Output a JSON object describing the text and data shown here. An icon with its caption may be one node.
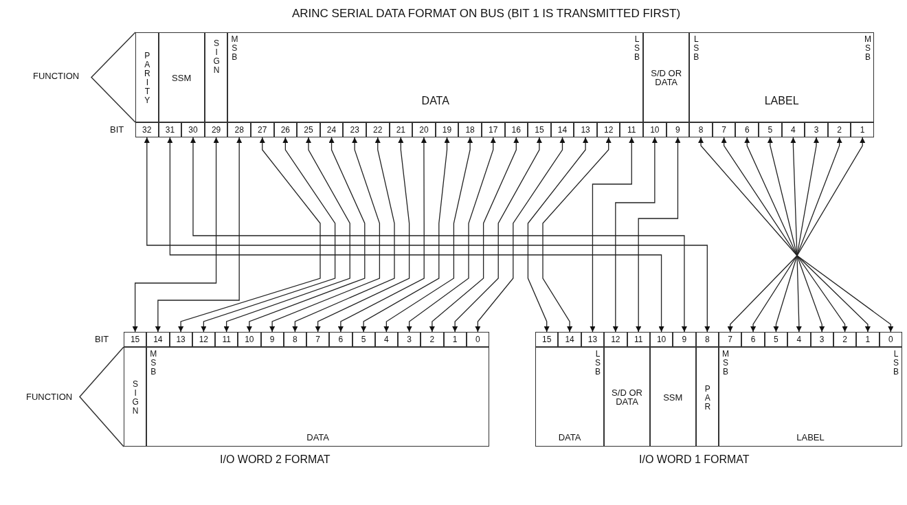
{
  "diagram": {
    "title": "ARINC SERIAL DATA FORMAT ON BUS (BIT 1 IS TRANSMITTED FIRST)",
    "nodes": [
      {
        "text": [
          "PARITY"
        ]
      },
      {
        "text": [
          "SSM"
        ]
      },
      {
        "text": [
          "SIGN"
        ]
      },
      {
        "text": [
          "MSB",
          "LSB",
          "DATA"
        ]
      },
      {
        "text": [
          "S/D OR DATA"
        ]
      },
      {
        "text": [
          "LSB",
          "MSB",
          "LABEL"
        ]
      },
      {
        "text": [
          "32"
        ]
      },
      {
        "text": [
          "31"
        ]
      },
      {
        "text": [
          "30"
        ]
      },
      {
        "text": [
          "29"
        ]
      },
      {
        "text": [
          "28"
        ]
      },
      {
        "text": [
          "27"
        ]
      },
      {
        "text": [
          "26"
        ]
      },
      {
        "text": [
          "25"
        ]
      },
      {
        "text": [
          "24"
        ]
      },
      {
        "text": [
          "23"
        ]
      },
      {
        "text": [
          "22"
        ]
      },
      {
        "text": [
          "21"
        ]
      },
      {
        "text": [
          "20"
        ]
      },
      {
        "text": [
          "19"
        ]
      },
      {
        "text": [
          "18"
        ]
      },
      {
        "text": [
          "17"
        ]
      },
      {
        "text": [
          "16"
        ]
      },
      {
        "text": [
          "15"
        ]
      },
      {
        "text": [
          "14"
        ]
      },
      {
        "text": [
          "13"
        ]
      },
      {
        "text": [
          "12"
        ]
      },
      {
        "text": [
          "11"
        ]
      },
      {
        "text": [
          "10"
        ]
      },
      {
        "text": [
          "9"
        ]
      },
      {
        "text": [
          "8"
        ]
      },
      {
        "text": [
          "7"
        ]
      },
      {
        "text": [
          "6"
        ]
      },
      {
        "text": [
          "5"
        ]
      },
      {
        "text": [
          "4"
        ]
      },
      {
        "text": [
          "3"
        ]
      },
      {
        "text": [
          "2"
        ]
      },
      {
        "text": [
          "1"
        ]
      },
      {
        "text": [
          "15"
        ]
      },
      {
        "text": [
          "14"
        ]
      },
      {
        "text": [
          "13"
        ]
      },
      {
        "text": [
          "12"
        ]
      },
      {
        "text": [
          "11"
        ]
      },
      {
        "text": [
          "10"
        ]
      },
      {
        "text": [
          "9"
        ]
      },
      {
        "text": [
          "8"
        ]
      },
      {
        "text": [
          "7"
        ]
      },
      {
        "text": [
          "6"
        ]
      },
      {
        "text": [
          "5"
        ]
      },
      {
        "text": [
          "4"
        ]
      },
      {
        "text": [
          "3"
        ]
      },
      {
        "text": [
          "2"
        ]
      },
      {
        "text": [
          "1"
        ]
      },
      {
        "text": [
          "0"
        ]
      },
      {
        "text": [
          "15"
        ]
      },
      {
        "text": [
          "14"
        ]
      },
      {
        "text": [
          "13"
        ]
      },
      {
        "text": [
          "12"
        ]
      },
      {
        "text": [
          "11"
        ]
      },
      {
        "text": [
          "10"
        ]
      },
      {
        "text": [
          "9"
        ]
      },
      {
        "text": [
          "8"
        ]
      },
      {
        "text": [
          "7"
        ]
      },
      {
        "text": [
          "6"
        ]
      },
      {
        "text": [
          "5"
        ]
      },
      {
        "text": [
          "4"
        ]
      },
      {
        "text": [
          "3"
        ]
      },
      {
        "text": [
          "2"
        ]
      },
      {
        "text": [
          "1"
        ]
      },
      {
        "text": [
          "0"
        ]
      },
      {
        "text": [
          "SIGN"
        ]
      },
      {
        "text": [
          "MSB",
          "DATA"
        ]
      },
      {
        "text": [
          "LSB",
          "DATA"
        ]
      },
      {
        "text": [
          "S/D OR DATA"
        ]
      },
      {
        "text": [
          "SSM"
        ]
      },
      {
        "text": [
          "PAR"
        ]
      },
      {
        "text": [
          "MSB",
          "LSB",
          "LABEL"
        ]
      }
    ],
    "edges": [
      {
        "from": 6,
        "to": 61,
        "arrow": "both"
      },
      {
        "from": 7,
        "to": 59,
        "arrow": "both"
      },
      {
        "from": 8,
        "to": 60,
        "arrow": "both"
      },
      {
        "from": 9,
        "to": 38,
        "arrow": "both"
      },
      {
        "from": 10,
        "to": 39,
        "arrow": "both"
      },
      {
        "from": 11,
        "to": 40,
        "arrow": "both"
      },
      {
        "from": 12,
        "to": 41,
        "arrow": "both"
      },
      {
        "from": 13,
        "to": 42,
        "arrow": "both"
      },
      {
        "from": 14,
        "to": 43,
        "arrow": "both"
      },
      {
        "from": 15,
        "to": 44,
        "arrow": "both"
      },
      {
        "from": 16,
        "to": 45,
        "arrow": "both"
      },
      {
        "from": 17,
        "to": 46,
        "arrow": "both"
      },
      {
        "from": 18,
        "to": 47,
        "arrow": "both"
      },
      {
        "from": 19,
        "to": 48,
        "arrow": "both"
      },
      {
        "from": 20,
        "to": 49,
        "arrow": "both"
      },
      {
        "from": 21,
        "to": 50,
        "arrow": "both"
      },
      {
        "from": 22,
        "to": 51,
        "arrow": "both"
      },
      {
        "from": 23,
        "to": 52,
        "arrow": "both"
      },
      {
        "from": 24,
        "to": 53,
        "arrow": "both"
      },
      {
        "from": 25,
        "to": 54,
        "arrow": "both"
      },
      {
        "from": 26,
        "to": 55,
        "arrow": "both"
      },
      {
        "from": 27,
        "to": 56,
        "arrow": "both"
      },
      {
        "from": 28,
        "to": 57,
        "arrow": "both"
      },
      {
        "from": 29,
        "to": 58,
        "arrow": "both"
      },
      {
        "from": 30,
        "to": 69,
        "arrow": "both"
      },
      {
        "from": 31,
        "to": 68,
        "arrow": "both"
      },
      {
        "from": 32,
        "to": 67,
        "arrow": "both"
      },
      {
        "from": 33,
        "to": 66,
        "arrow": "both"
      },
      {
        "from": 34,
        "to": 65,
        "arrow": "both"
      },
      {
        "from": 35,
        "to": 64,
        "arrow": "both"
      },
      {
        "from": 36,
        "to": 63,
        "arrow": "both"
      },
      {
        "from": 37,
        "to": 62,
        "arrow": "both"
      }
    ],
    "labels": [
      "FUNCTION",
      "BIT",
      "BIT",
      "FUNCTION",
      "I/O WORD 2 FORMAT",
      "I/O WORD 1 FORMAT"
    ]
  }
}
